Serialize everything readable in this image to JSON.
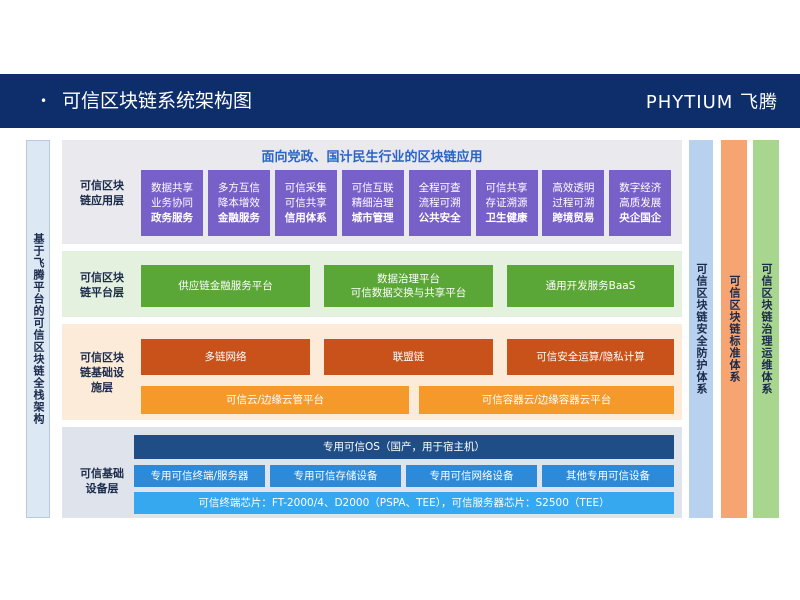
{
  "header": {
    "title": "可信区块链系统架构图",
    "logo_text": "PHYTIUM 飞腾"
  },
  "left_column": "基于飞腾平台的可信区块链全栈架构",
  "right_columns": [
    {
      "label": "可信区块链安全防护体系",
      "color": "#b7d1ee"
    },
    {
      "label": "可信区块链标准体系",
      "color": "#f6a472"
    },
    {
      "label": "可信区块链治理运维体系",
      "color": "#a9d68f"
    }
  ],
  "application_layer": {
    "label": "可信区块\n链应用层",
    "title": "面向党政、国计民生行业的区块链应用",
    "items": [
      {
        "l1": "数据共享",
        "l2": "业务协同",
        "l3": "政务服务"
      },
      {
        "l1": "多方互信",
        "l2": "降本增效",
        "l3": "金融服务"
      },
      {
        "l1": "可信采集",
        "l2": "可信共享",
        "l3": "信用体系"
      },
      {
        "l1": "可信互联",
        "l2": "精细治理",
        "l3": "城市管理"
      },
      {
        "l1": "全程可查",
        "l2": "流程可溯",
        "l3": "公共安全"
      },
      {
        "l1": "可信共享",
        "l2": "存证溯源",
        "l3": "卫生健康"
      },
      {
        "l1": "高效透明",
        "l2": "过程可溯",
        "l3": "跨境贸易"
      },
      {
        "l1": "数字经济",
        "l2": "高质发展",
        "l3": "央企国企"
      }
    ]
  },
  "platform_layer": {
    "label": "可信区块\n链平台层",
    "items": [
      "供应链金融服务平台",
      "数据治理平台\n可信数据交换与共享平台",
      "通用开发服务BaaS"
    ]
  },
  "infrastructure_layer": {
    "label": "可信区块\n链基础设\n施层",
    "row1": [
      "多链网络",
      "联盟链",
      "可信安全运算/隐私计算"
    ],
    "row2": [
      "可信云/边缘云管平台",
      "可信容器云/边缘容器云平台"
    ]
  },
  "device_layer": {
    "label": "可信基础\n设备层",
    "os": "专用可信OS（国产，用于宿主机）",
    "devices": [
      "专用可信终端/服务器",
      "专用可信存储设备",
      "专用可信网络设备",
      "其他专用可信设备"
    ],
    "chips": "可信终端芯片：FT-2000/4、D2000（PSPA、TEE），可信服务器芯片：S2500（TEE）"
  }
}
